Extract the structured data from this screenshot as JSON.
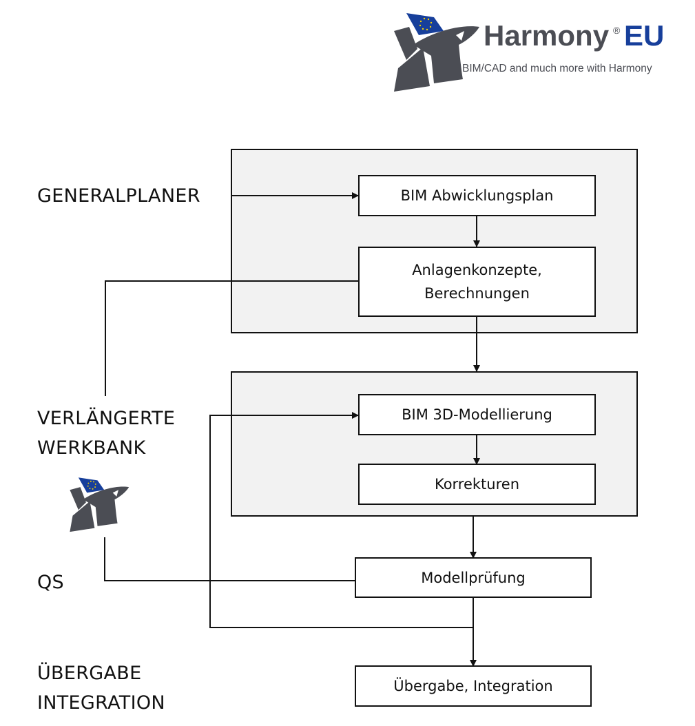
{
  "brand": {
    "name": "Harmony",
    "registered_mark": "®",
    "suffix": "EU",
    "tagline": "BIM/CAD and much more with Harmony",
    "colors": {
      "gray": "#4b4d54",
      "blue": "#173f9b",
      "stars": "#f5d000"
    }
  },
  "lanes": [
    {
      "label": "GENERALPLANER"
    },
    {
      "label": "VERLÄNGERTE\nWERKBANK"
    },
    {
      "label": "QS"
    },
    {
      "label": "ÜBERGABE\nINTEGRATION"
    }
  ],
  "boxes": {
    "abwicklungsplan": "BIM Abwicklungsplan",
    "anlagenkonzepte": "Anlagenkonzepte,\nBerechnungen",
    "modellierung": "BIM 3D-Modellierung",
    "korrekturen": "Korrekturen",
    "modellpruefung": "Modellprüfung",
    "uebergabe": "Übergabe, Integration"
  },
  "colors": {
    "group_fill": "#f2f2f2",
    "line": "#111111"
  }
}
